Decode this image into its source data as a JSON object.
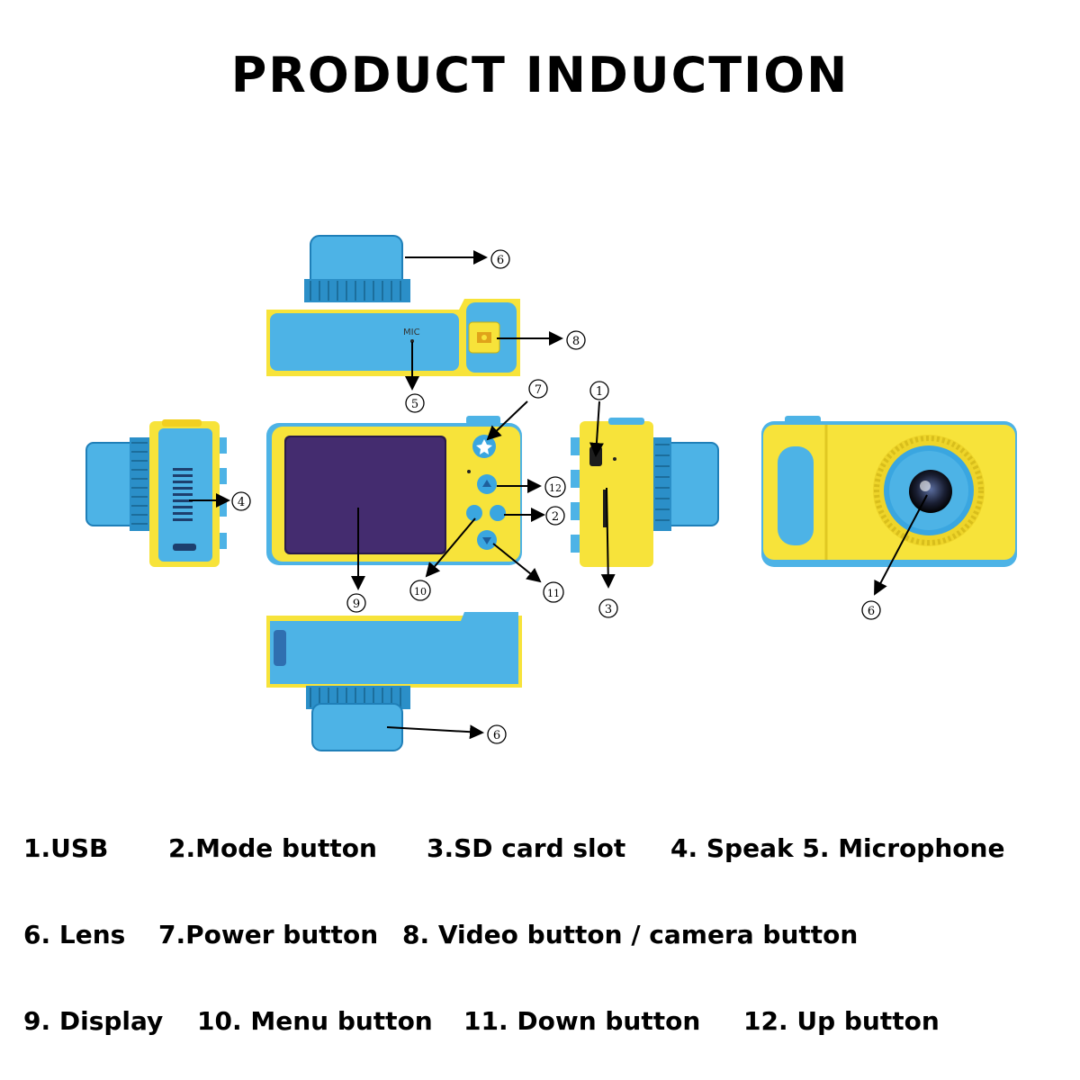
{
  "title": "PRODUCT INDUCTION",
  "mic_label": "MIC",
  "callouts": {
    "c1": "1",
    "c2": "2",
    "c3": "3",
    "c4": "4",
    "c5": "5",
    "c6": "6",
    "c7": "7",
    "c8": "8",
    "c9": "9",
    "c10": "10",
    "c11": "11",
    "c12": "12"
  },
  "legend": {
    "l1": "1.USB",
    "l2": "2.Mode button",
    "l3": "3.SD card slot",
    "l4": "4. Speak 5. Microphone",
    "l5": "6. Lens",
    "l6": "7.Power button",
    "l7": "8. Video button / camera button",
    "l8": "9. Display",
    "l9": "10. Menu button",
    "l10": "11. Down button",
    "l11": "12. Up button"
  },
  "colors": {
    "body_blue": "#4db3e6",
    "frame_yellow": "#f7e33a",
    "lens_blue": "#3aa6e0"
  }
}
